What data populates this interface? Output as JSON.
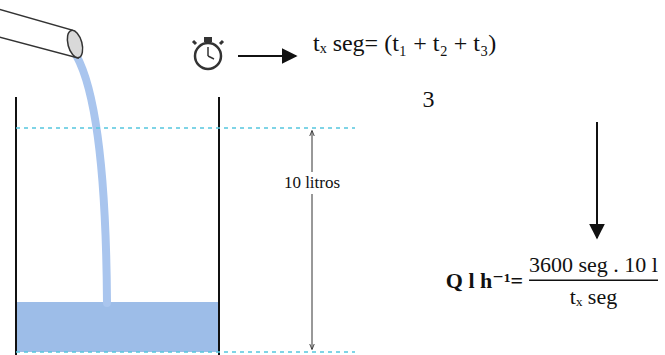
{
  "diagram": {
    "labels": [
      "10 litros",
      "tₓ seg= (t₁ + t₂ + t₃)",
      "3",
      "Q l h⁻¹=",
      "3600 seg . 10 l",
      "tₓ seg"
    ]
  }
}
